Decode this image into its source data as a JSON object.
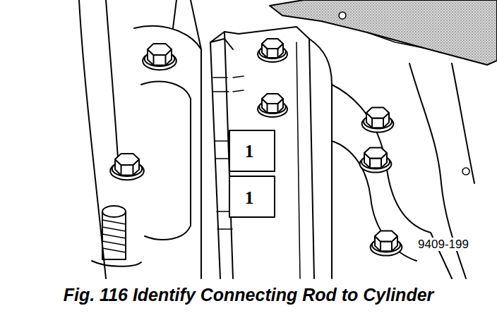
{
  "diagram": {
    "caption": "Fig. 116 Identify Connecting Rod to Cylinder",
    "labels": [
      "1",
      "1",
      "9409-199"
    ]
  }
}
